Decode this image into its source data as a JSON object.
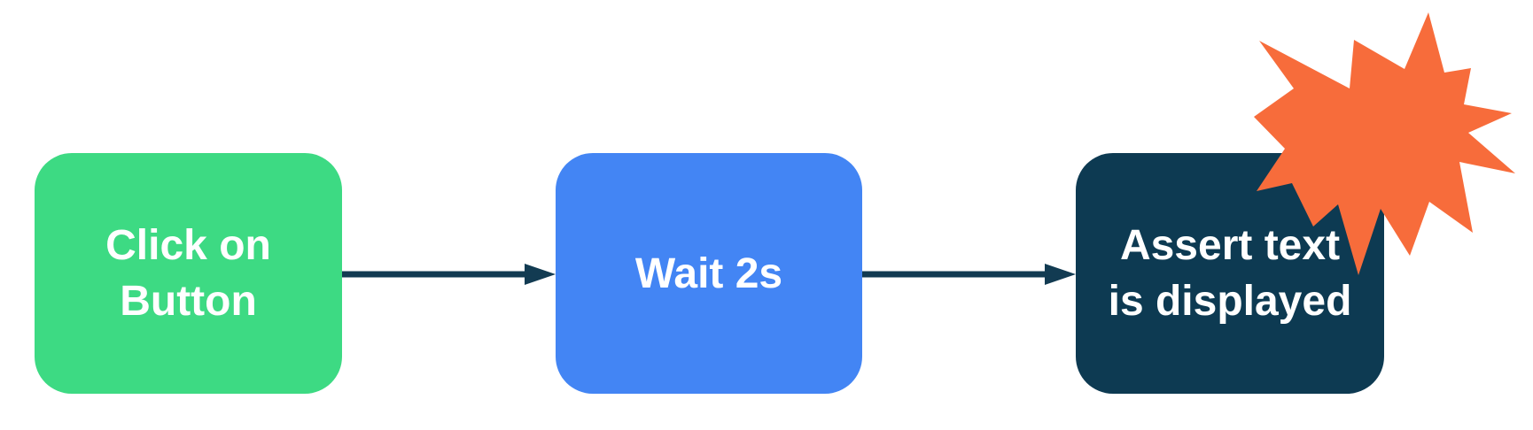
{
  "diagram": {
    "background_color": "#FFFFFF",
    "steps": [
      {
        "label": "Click on Button",
        "lines": [
          "Click on",
          "Button"
        ],
        "fill": "#3DDA83",
        "text_color": "#FFFFFF"
      },
      {
        "label": "Wait 2s",
        "lines": [
          "Wait 2s"
        ],
        "fill": "#4385F4",
        "text_color": "#FFFFFF"
      },
      {
        "label": "Assert text is displayed",
        "lines": [
          "Assert text",
          "is displayed"
        ],
        "fill": "#0D3A52",
        "text_color": "#FFFFFF"
      }
    ],
    "arrows": [
      {
        "from": "Click on Button",
        "to": "Wait 2s",
        "color": "#123B52"
      },
      {
        "from": "Wait 2s",
        "to": "Assert text is displayed",
        "color": "#123B52"
      }
    ],
    "burst": {
      "icon": "burst-icon",
      "color": "#F76C3B"
    }
  }
}
